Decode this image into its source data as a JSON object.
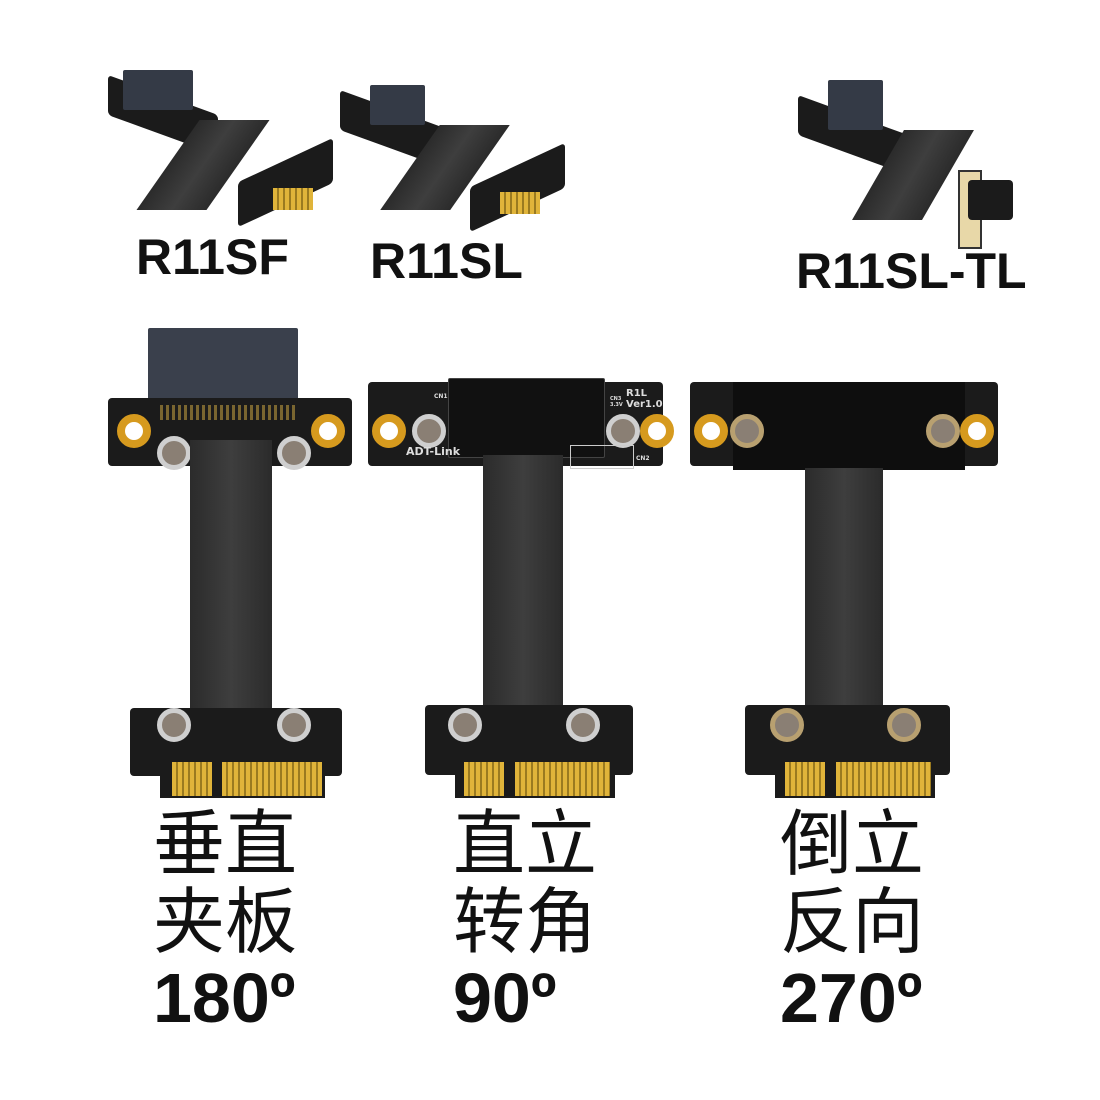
{
  "products": [
    {
      "model": "R11SF",
      "line1": "垂直",
      "line2": "夹板",
      "angle": "180º"
    },
    {
      "model": "R11SL",
      "line1": "直立",
      "line2": "转角",
      "angle": "90º",
      "board_brand": "ADT-Link",
      "board_version": "R1L Ver1.0",
      "board_labels": [
        "CN1",
        "CN2",
        "CN3 3.3V"
      ]
    },
    {
      "model": "R11SL-TL",
      "line1": "倒立",
      "line2": "反向",
      "angle": "270º"
    }
  ],
  "colors": {
    "pcb": "#1b1b1b",
    "gold": "#d69a1e",
    "cable": "#333333"
  }
}
